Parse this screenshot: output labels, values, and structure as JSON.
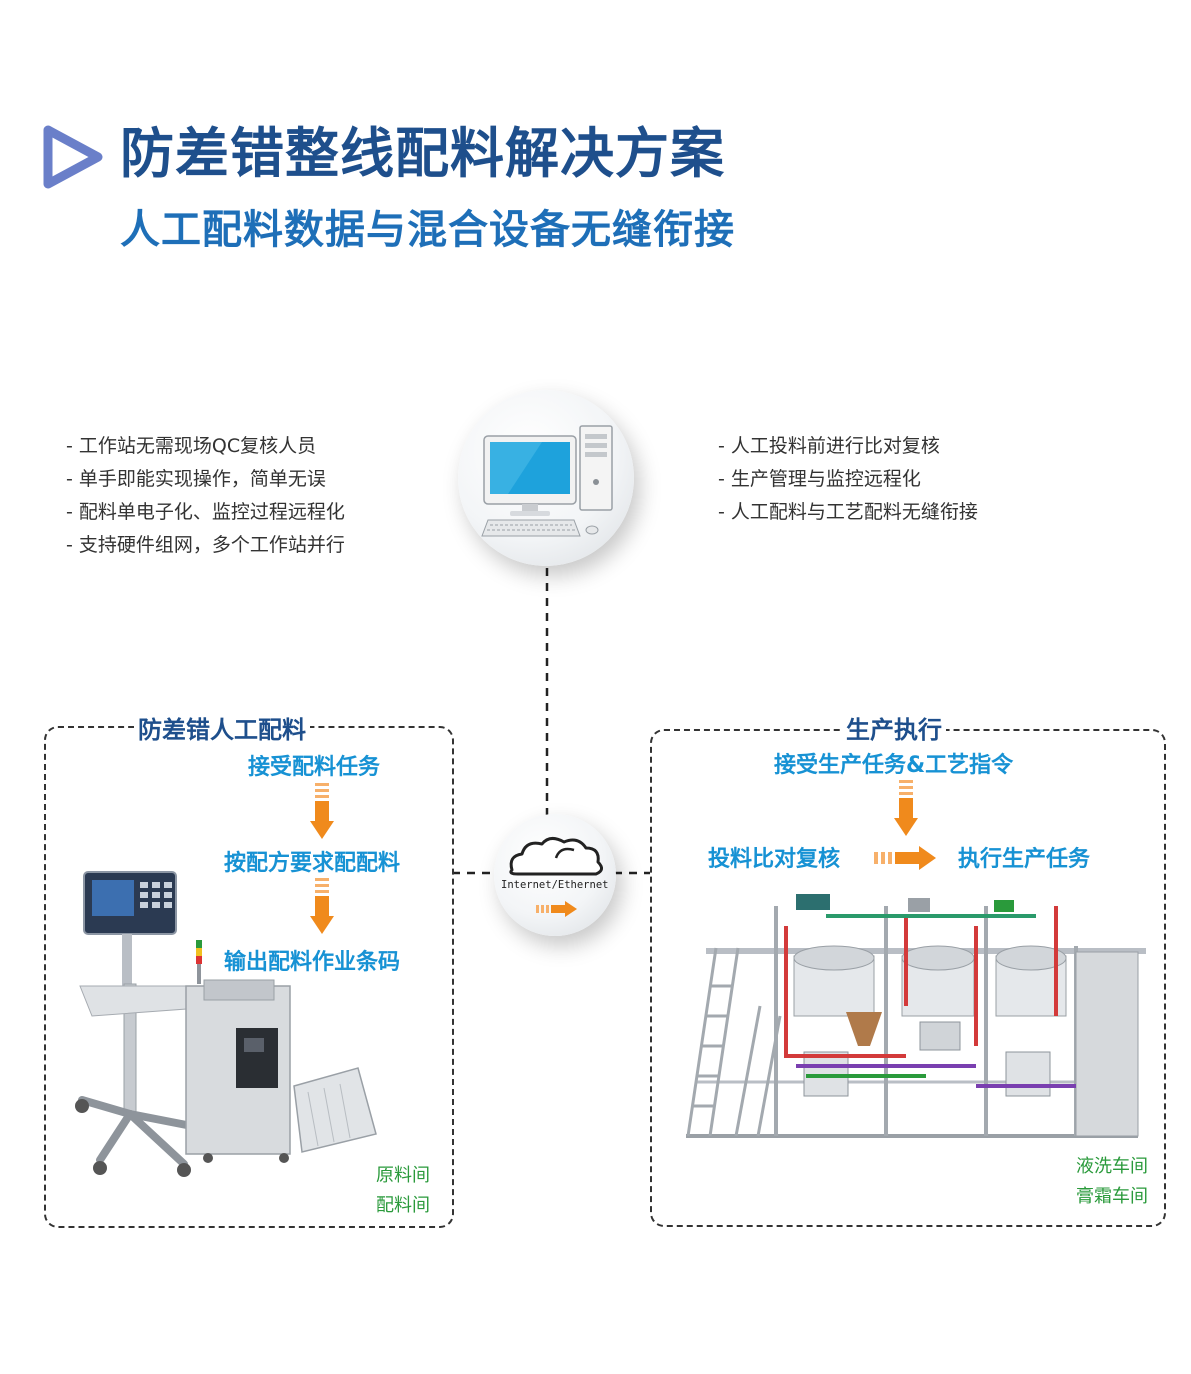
{
  "header": {
    "title": "防差错整线配料解决方案",
    "subtitle": "人工配料数据与混合设备无缝衔接"
  },
  "left_features": [
    "- 工作站无需现场QC复核人员",
    "- 单手即能实现操作，简单无误",
    "- 配料单电子化、监控过程远程化",
    "- 支持硬件组网，多个工作站并行"
  ],
  "right_features": [
    "- 人工投料前进行比对复核",
    "- 生产管理与监控远程化",
    "- 人工配料与工艺配料无缝衔接"
  ],
  "network": {
    "label": "Internet/Ethernet"
  },
  "left_box": {
    "title": "防差错人工配料",
    "steps": [
      "接受配料任务",
      "按配方要求配配料",
      "输出配料作业条码"
    ],
    "locations": [
      "原料间",
      "配料间"
    ]
  },
  "right_box": {
    "title": "生产执行",
    "step_top": "接受生产任务&工艺指令",
    "step_left": "投料比对复核",
    "step_right": "执行生产任务",
    "locations": [
      "液洗车间",
      "膏霜车间"
    ]
  },
  "colors": {
    "title": "#1e4f8c",
    "subtitle": "#1e6fb8",
    "step": "#1792d4",
    "arrow": "#f08a1c",
    "location": "#2a9a3b"
  }
}
